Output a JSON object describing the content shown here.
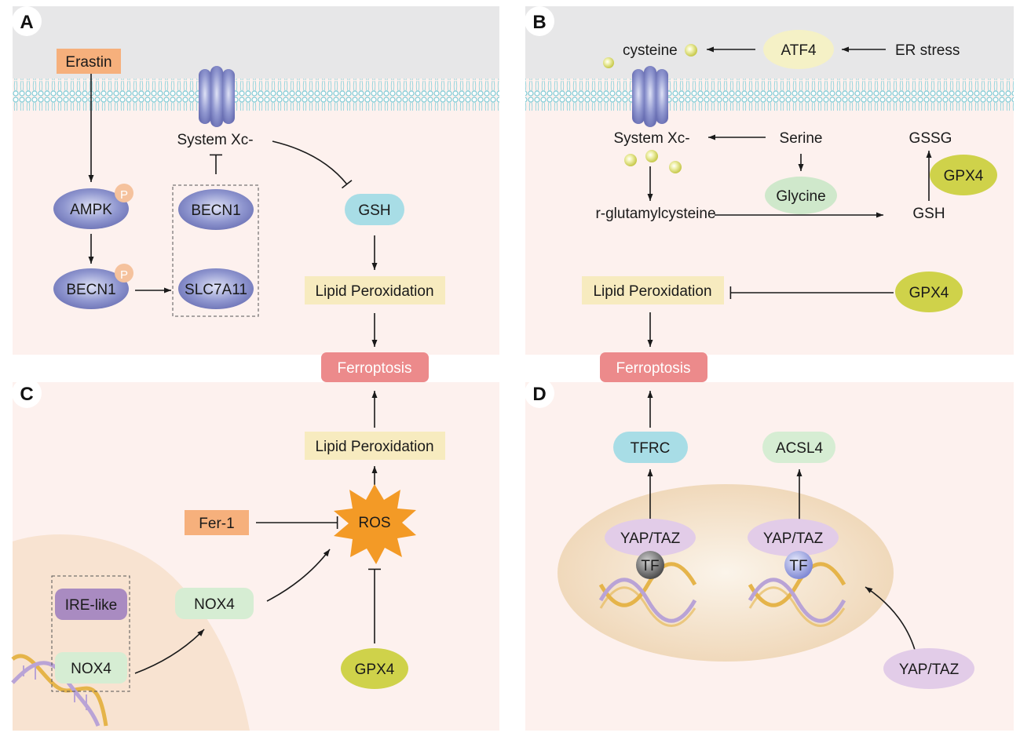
{
  "panels": {
    "A": {
      "letter": "A",
      "erastin": "Erastin",
      "ampk": "AMPK",
      "becn1_left": "BECN1",
      "becn1_box": "BECN1",
      "slc7a11": "SLC7A11",
      "system_xc": "System Xc-",
      "gsh": "GSH",
      "lipid_peroxidation": "Lipid Peroxidation",
      "phospho_1": "P",
      "phospho_2": "P"
    },
    "B": {
      "letter": "B",
      "cysteine": "cysteine",
      "atf4": "ATF4",
      "er_stress": "ER stress",
      "system_xc": "System Xc-",
      "serine": "Serine",
      "gssg": "GSSG",
      "gpx4_top": "GPX4",
      "glycine": "Glycine",
      "r_glutamylcysteine": "r-glutamylcysteine",
      "gsh": "GSH",
      "lipid_peroxidation": "Lipid Peroxidation",
      "gpx4": "GPX4"
    },
    "C": {
      "letter": "C",
      "lipid_peroxidation": "Lipid Peroxidation",
      "fer1": "Fer-1",
      "ros": "ROS",
      "ire_like": "IRE-like",
      "nox4_box": "NOX4",
      "nox4": "NOX4",
      "gpx4": "GPX4"
    },
    "D": {
      "letter": "D",
      "tfrc": "TFRC",
      "acsl4": "ACSL4",
      "yap_taz_left": "YAP/TAZ",
      "yap_taz_right": "YAP/TAZ",
      "tf_left": "TF",
      "tf_right": "TF",
      "yap_taz_outside": "YAP/TAZ"
    },
    "ferroptosis_left": "Ferroptosis",
    "ferroptosis_right": "Ferroptosis"
  },
  "colors": {
    "cell_background": "#fdf1ee",
    "extracellular": "#e7e7e8",
    "membrane": "#8fd3dc",
    "protein_blue": "#7f86c4",
    "gsh_cyan": "#a8dde6",
    "lipid_box": "#f7ebbf",
    "ferroptosis": "#ec8a8b",
    "erastin_fer1": "#f6b07c",
    "glycine_green": "#cfe8cb",
    "gpx4_yellow": "#cfd24a",
    "ire_purple": "#a98bc1",
    "yap_taz_lilac": "#e2cce8",
    "ros_orange": "#f39a26",
    "nucleus": "#f1dcc0"
  }
}
